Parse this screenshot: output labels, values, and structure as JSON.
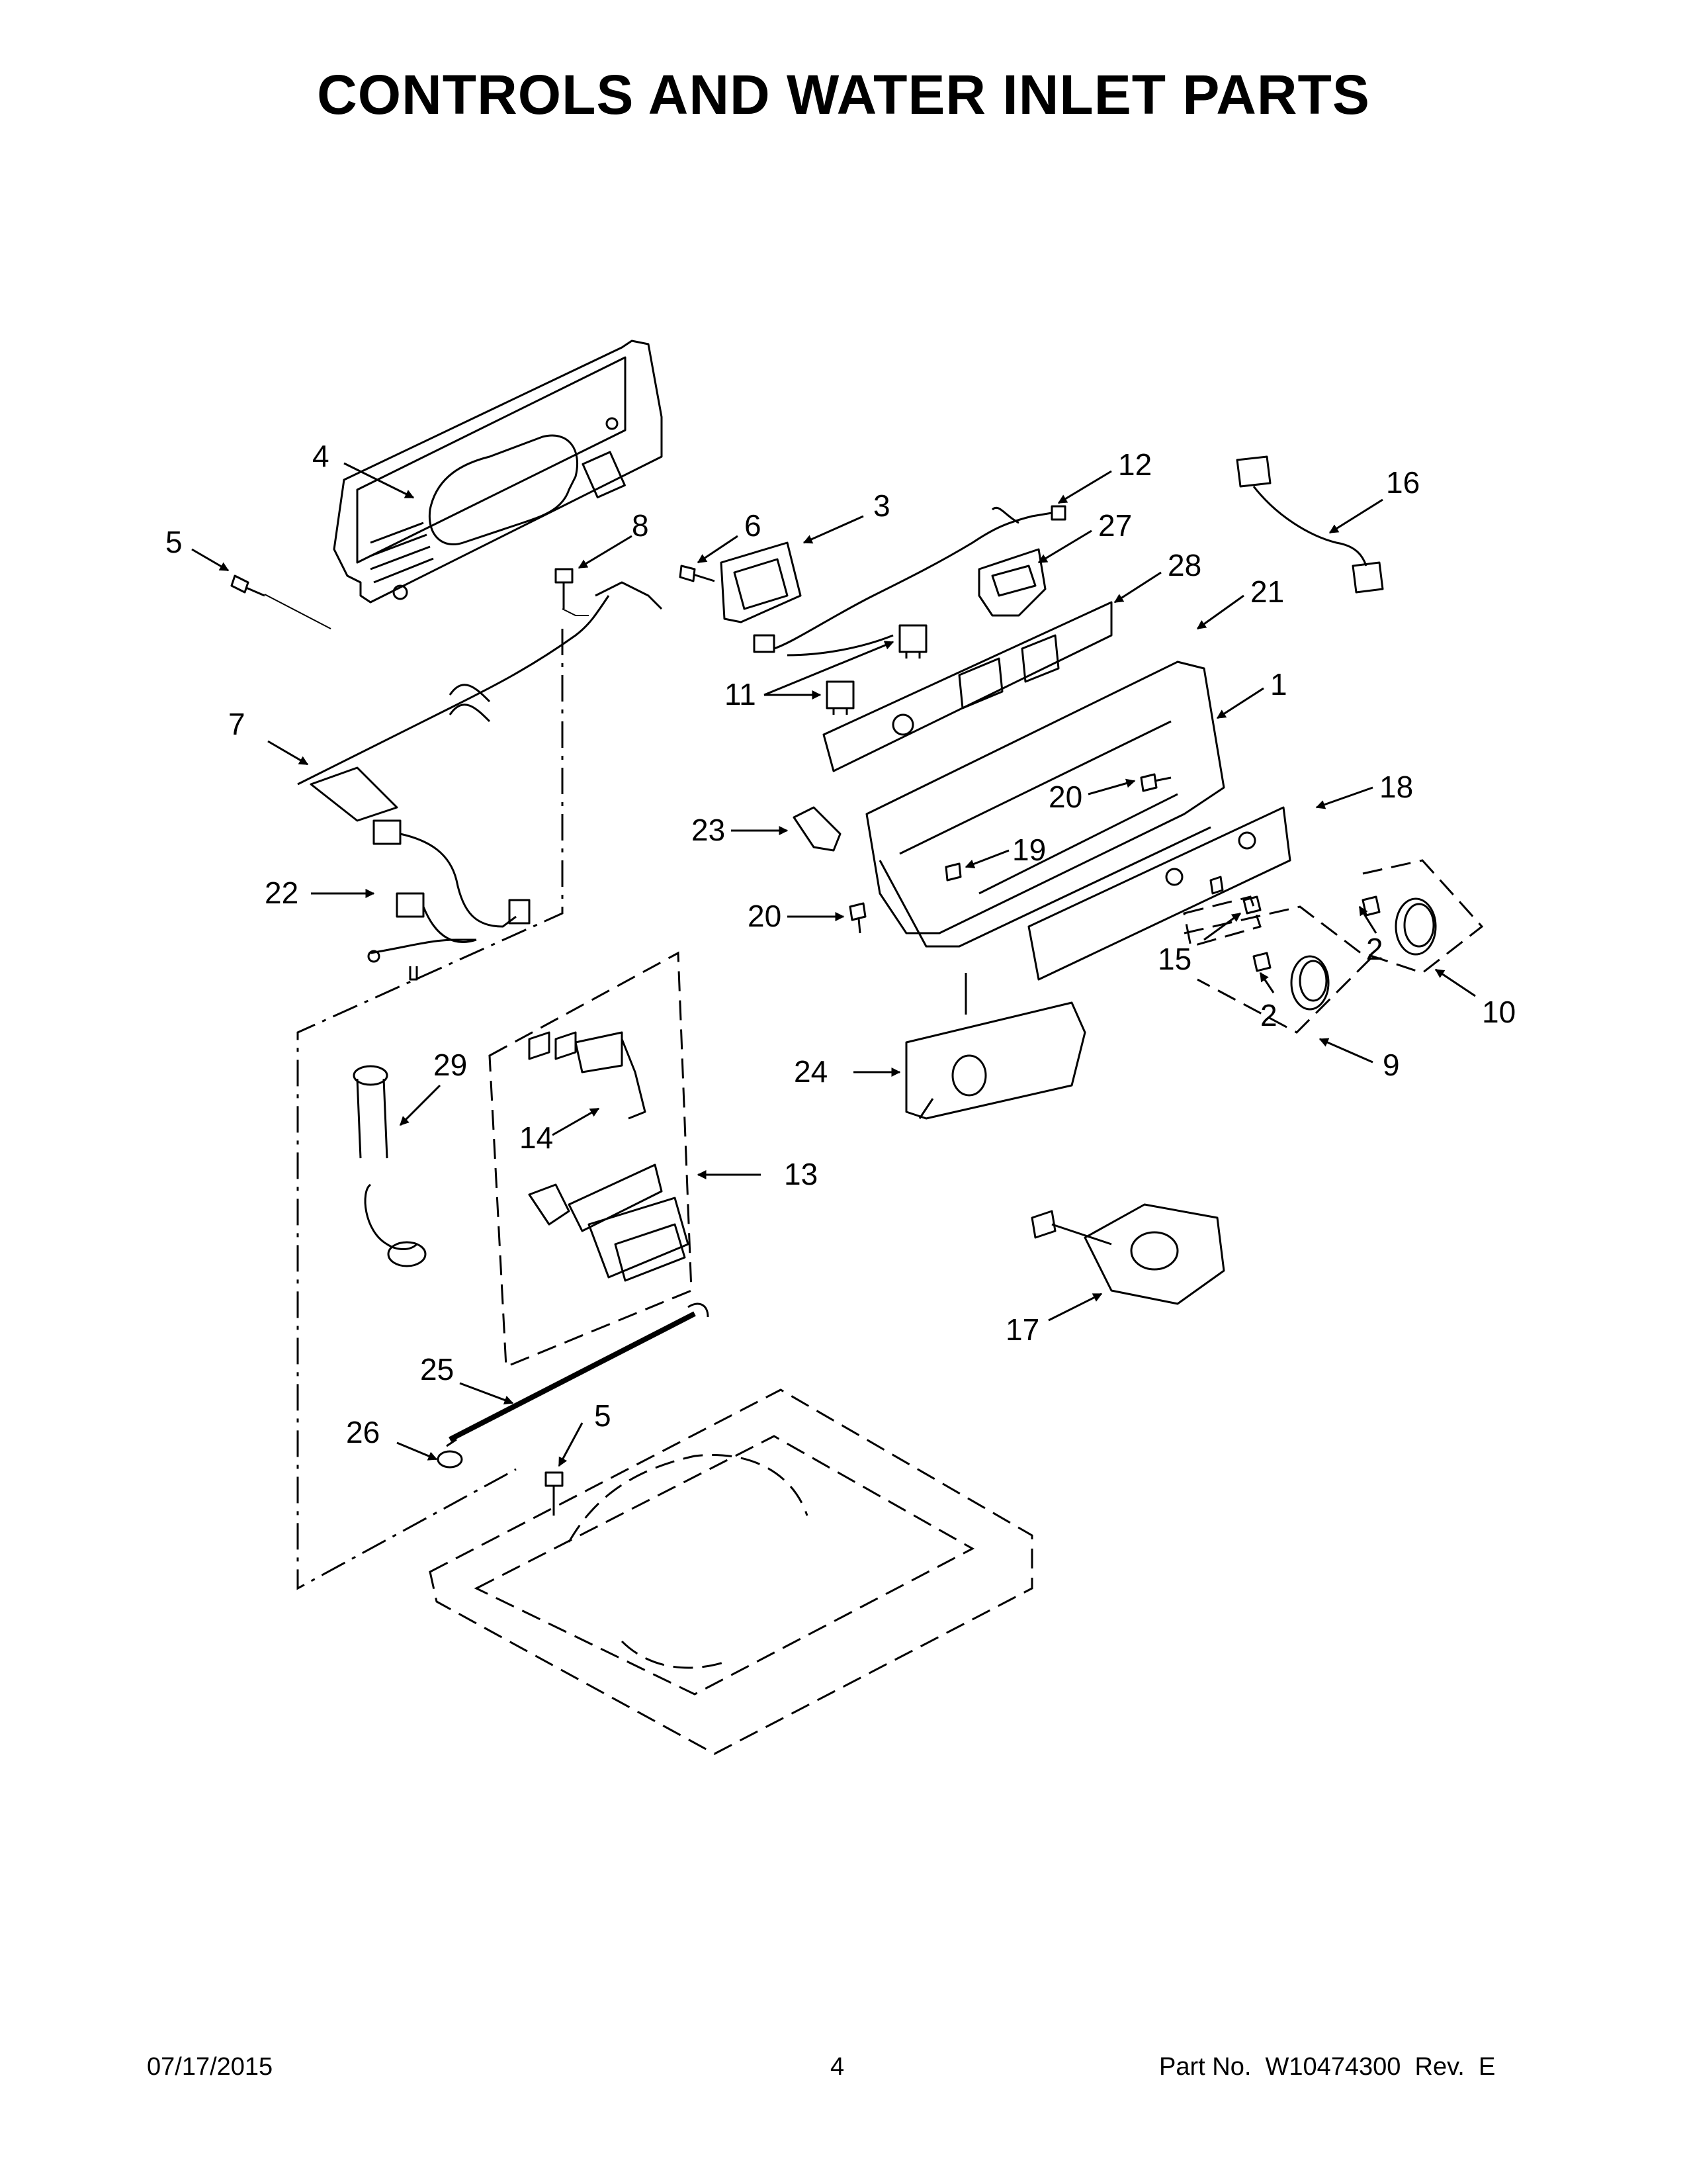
{
  "title": "CONTROLS AND WATER INLET PARTS",
  "callouts": [
    {
      "id": "c4a",
      "label": "4"
    },
    {
      "id": "c5a",
      "label": "5"
    },
    {
      "id": "c8",
      "label": "8"
    },
    {
      "id": "c6",
      "label": "6"
    },
    {
      "id": "c3",
      "label": "3"
    },
    {
      "id": "c12",
      "label": "12"
    },
    {
      "id": "c27",
      "label": "27"
    },
    {
      "id": "c16",
      "label": "16"
    },
    {
      "id": "c28",
      "label": "28"
    },
    {
      "id": "c21",
      "label": "21"
    },
    {
      "id": "c11",
      "label": "11"
    },
    {
      "id": "c1",
      "label": "1"
    },
    {
      "id": "c7",
      "label": "7"
    },
    {
      "id": "c20a",
      "label": "20"
    },
    {
      "id": "c18",
      "label": "18"
    },
    {
      "id": "c23",
      "label": "23"
    },
    {
      "id": "c19",
      "label": "19"
    },
    {
      "id": "c22",
      "label": "22"
    },
    {
      "id": "c20b",
      "label": "20"
    },
    {
      "id": "c2a",
      "label": "2"
    },
    {
      "id": "c15",
      "label": "15"
    },
    {
      "id": "c10",
      "label": "10"
    },
    {
      "id": "c2b",
      "label": "2"
    },
    {
      "id": "c29",
      "label": "29"
    },
    {
      "id": "c24",
      "label": "24"
    },
    {
      "id": "c9",
      "label": "9"
    },
    {
      "id": "c14",
      "label": "14"
    },
    {
      "id": "c13",
      "label": "13"
    },
    {
      "id": "c17",
      "label": "17"
    },
    {
      "id": "c25",
      "label": "25"
    },
    {
      "id": "c5b",
      "label": "5"
    },
    {
      "id": "c26",
      "label": "26"
    }
  ],
  "footer": {
    "date": "07/17/2015",
    "page": "4",
    "part_prefix": "Part No.  W10474300  Rev.  E"
  }
}
